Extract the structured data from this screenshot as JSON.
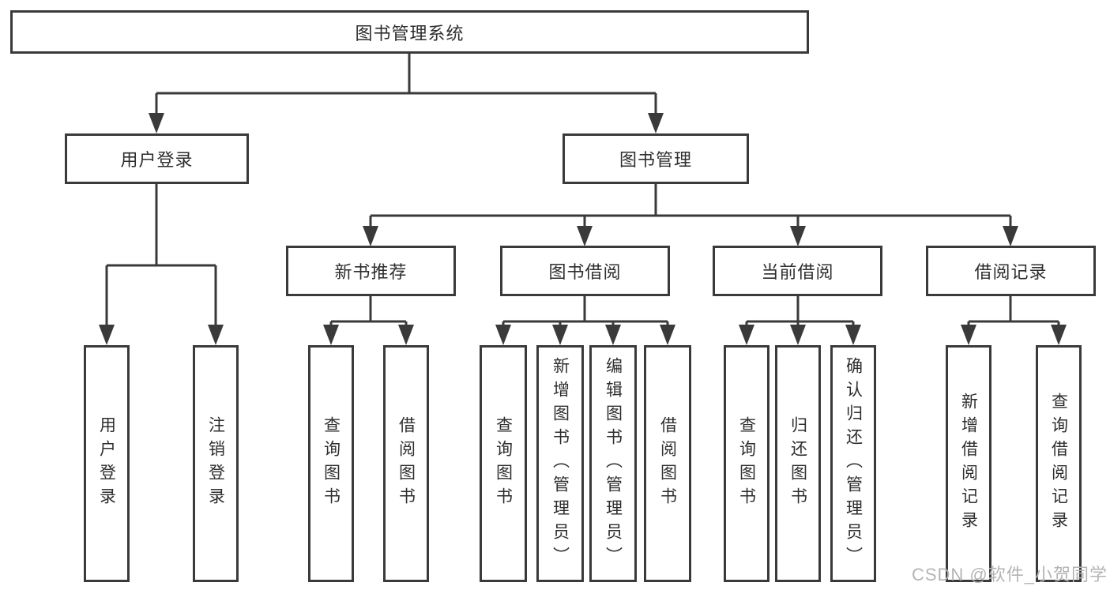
{
  "root": {
    "label": "图书管理系统"
  },
  "level2": [
    {
      "label": "用户登录"
    },
    {
      "label": "图书管理"
    }
  ],
  "level3": [
    {
      "label": "新书推荐"
    },
    {
      "label": "图书借阅"
    },
    {
      "label": "当前借阅"
    },
    {
      "label": "借阅记录"
    }
  ],
  "leaves": {
    "user_login": [
      "用户登录",
      "注销登录"
    ],
    "new_book_recommend": [
      "查询图书",
      "借阅图书"
    ],
    "book_borrow": [
      "查询图书",
      "新增图书（管理员）",
      "编辑图书（管理员）",
      "借阅图书"
    ],
    "current_borrow": [
      "查询图书",
      "归还图书",
      "确认归还（管理员）"
    ],
    "borrow_records": [
      "新增借阅记录",
      "查询借阅记录"
    ]
  },
  "watermark": "CSDN @软件_小贺同学",
  "colors": {
    "line": "#3a3a3a",
    "text": "#2e2e2e",
    "watermark": "#b4b4b8",
    "background": "#ffffff"
  }
}
